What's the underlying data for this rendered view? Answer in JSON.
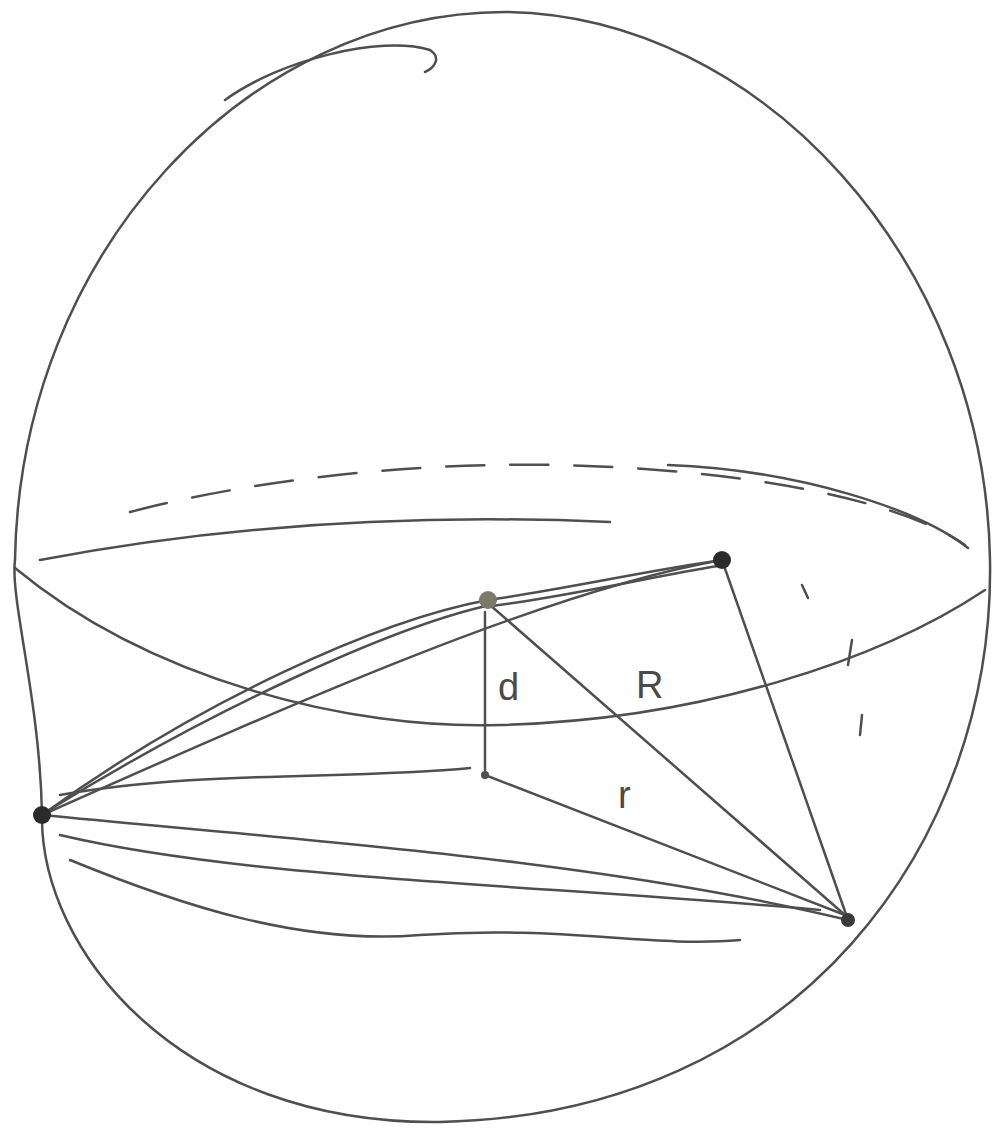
{
  "diagram": {
    "labels": [
      "d",
      "R",
      "r"
    ]
  }
}
